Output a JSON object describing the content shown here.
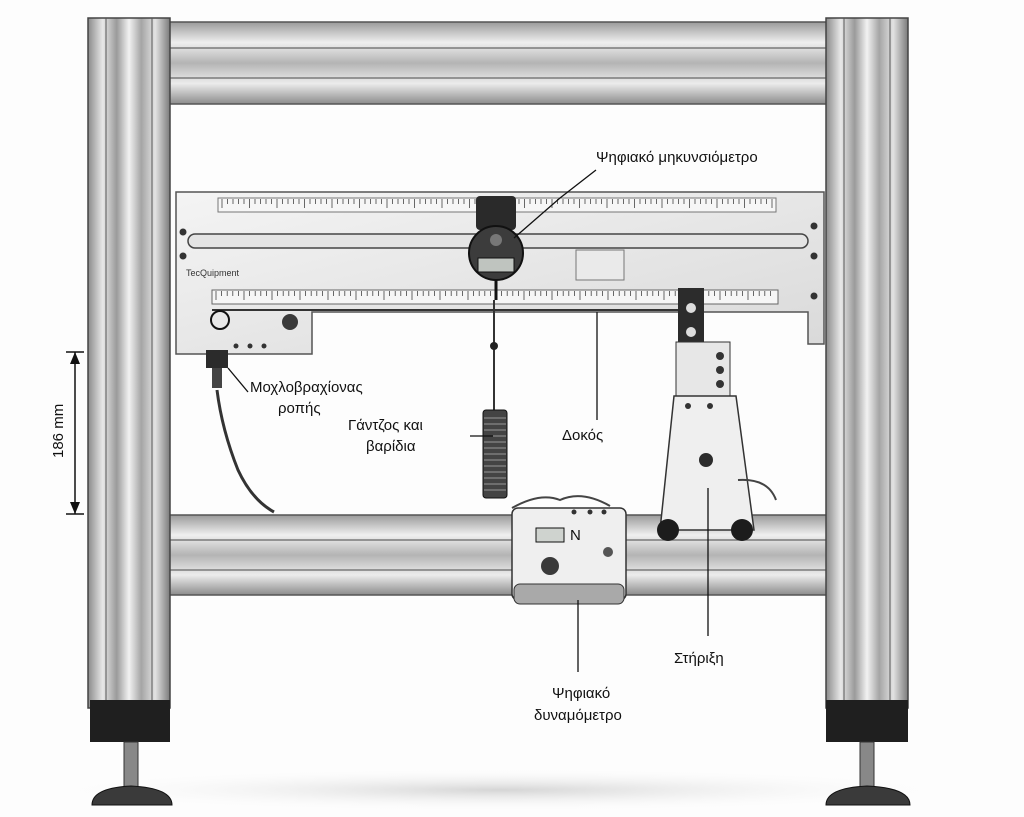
{
  "labels": {
    "digital_length_gauge": "Ψηφιακό μηκυνσιόμετρο",
    "torque_lever_line1": "Μοχλοβραχίονας",
    "torque_lever_line2": "ροπής",
    "hook_weights_line1": "Γάντζος και",
    "hook_weights_line2": "βαρίδια",
    "beam": "Δοκός",
    "support": "Στήριξη",
    "digital_dynamometer_line1": "Ψηφιακό",
    "digital_dynamometer_line2": "δυναμόμετρο",
    "dimension": "186 mm"
  },
  "meter_unit": "N",
  "colors": {
    "frame_light": "#e6e6e6",
    "frame_mid": "#b9b9b9",
    "frame_dark": "#6e6e6e",
    "black": "#1a1a1a"
  }
}
